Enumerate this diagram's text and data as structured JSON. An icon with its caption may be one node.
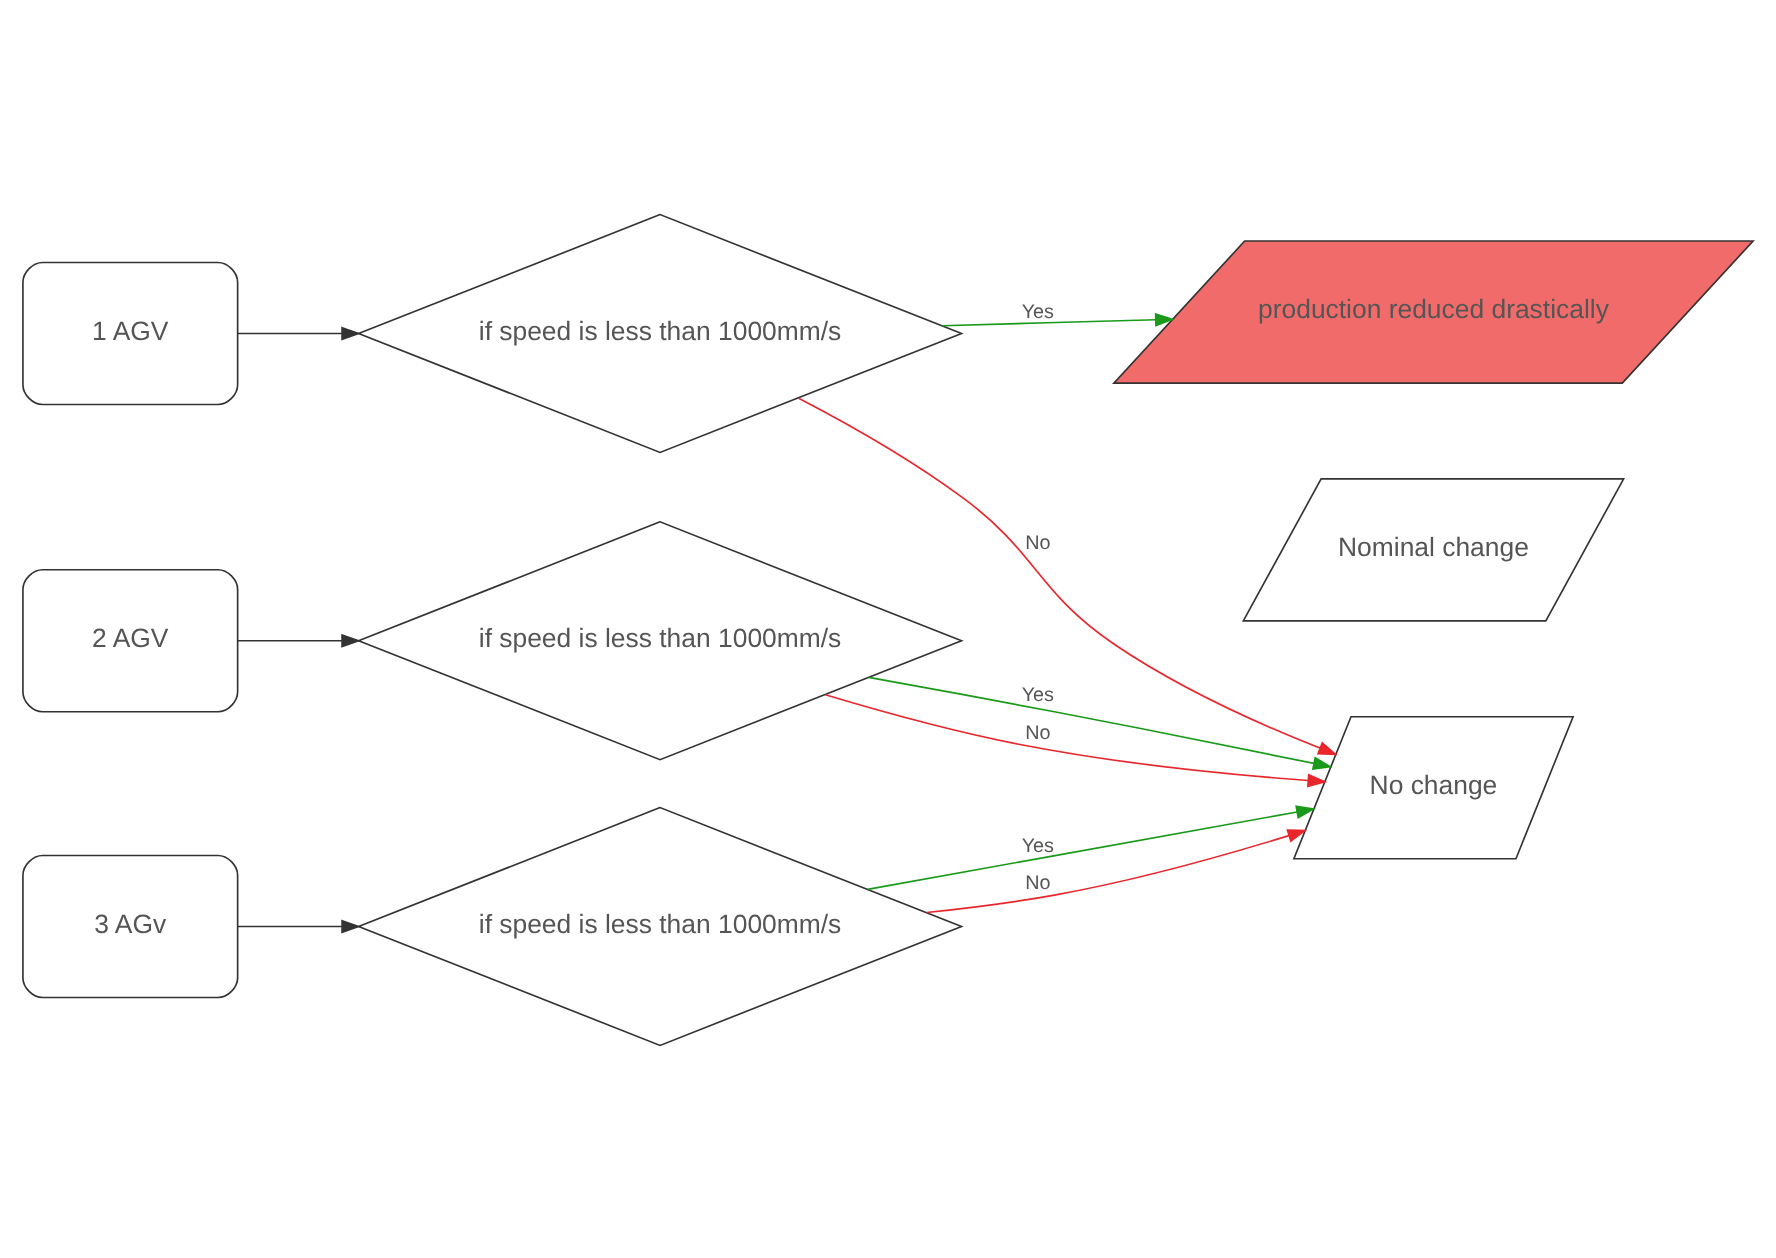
{
  "diagram": {
    "nodes": [
      {
        "text": [
          "1 AGV"
        ]
      },
      {
        "text": [
          "2 AGV"
        ]
      },
      {
        "text": [
          "3 AGv"
        ]
      },
      {
        "text": [
          "if speed is less than 1000mm/s"
        ]
      },
      {
        "text": [
          "if speed is less than 1000mm/s"
        ]
      },
      {
        "text": [
          "if speed is less than 1000mm/s"
        ]
      },
      {
        "text": [
          "production reduced drastically"
        ]
      },
      {
        "text": [
          "Nominal change"
        ]
      },
      {
        "text": [
          "No change"
        ]
      }
    ],
    "edges": [
      {
        "from": 0,
        "to": 3,
        "arrow": "to"
      },
      {
        "from": 1,
        "to": 4,
        "arrow": "to"
      },
      {
        "from": 2,
        "to": 5,
        "arrow": "to"
      },
      {
        "from": 3,
        "to": 6,
        "arrow": "to",
        "label": "Yes",
        "color": "#1a9a1a"
      },
      {
        "from": 3,
        "to": 8,
        "arrow": "to",
        "label": "No",
        "color": "#e8262b"
      },
      {
        "from": 4,
        "to": 8,
        "arrow": "to",
        "label": "Yes",
        "color": "#1a9a1a"
      },
      {
        "from": 4,
        "to": 8,
        "arrow": "to",
        "label": "No",
        "color": "#e8262b"
      },
      {
        "from": 5,
        "to": 8,
        "arrow": "to",
        "label": "Yes",
        "color": "#1a9a1a"
      },
      {
        "from": 5,
        "to": 8,
        "arrow": "to",
        "label": "No",
        "color": "#e8262b"
      }
    ]
  }
}
